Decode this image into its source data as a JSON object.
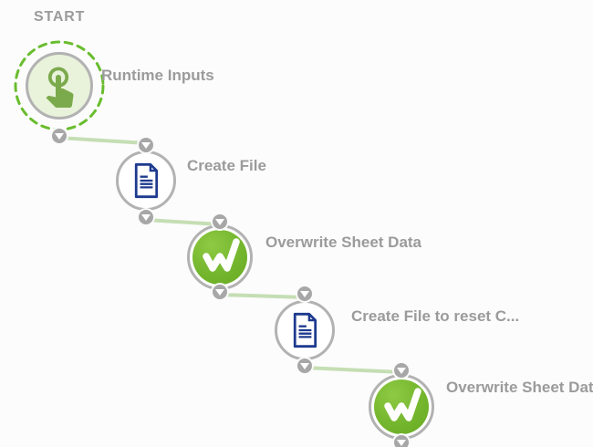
{
  "start_label": "START",
  "nodes": [
    {
      "label": "Runtime Inputs",
      "icon": "touch-icon",
      "kind": "trigger"
    },
    {
      "label": "Create File",
      "icon": "document-icon",
      "kind": "action"
    },
    {
      "label": "Overwrite Sheet Data",
      "icon": "smartsheet-icon",
      "kind": "action"
    },
    {
      "label": "Create File to reset C...",
      "icon": "document-icon",
      "kind": "action"
    },
    {
      "label": "Overwrite Sheet Data",
      "icon": "smartsheet-icon",
      "kind": "action"
    }
  ],
  "colors": {
    "background": "#fcfcfc",
    "label_text": "#9b9b9b",
    "node_ring_gray": "#b2b2b2",
    "dashed_ring_green": "#69bd2e",
    "connector_line_green": "#c5deb4",
    "port_gray": "#a7a7a7",
    "trigger_fill": "#e9f2db",
    "trigger_icon_green": "#7baa4c",
    "document_navy": "#1d3a8e",
    "smartsheet_green": "#74b62e"
  }
}
